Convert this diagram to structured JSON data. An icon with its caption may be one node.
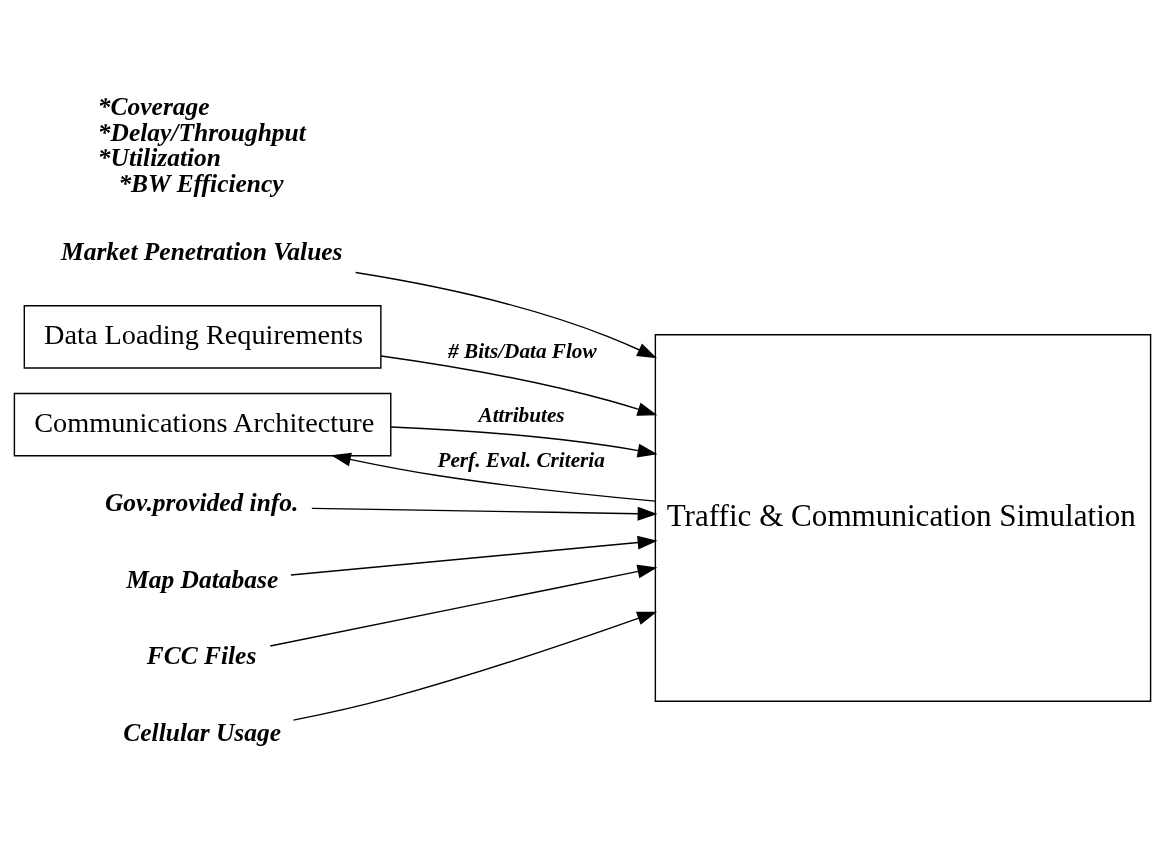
{
  "diagram": {
    "nodes": [
      {
        "text": [
          "Market Penetration Values"
        ]
      },
      {
        "text": [
          "Data Loading Requirements"
        ]
      },
      {
        "text": [
          "Traffic & Communication Simulation"
        ]
      },
      {
        "text": [
          "Gov.provided info."
        ]
      },
      {
        "text": [
          "Map Database"
        ]
      },
      {
        "text": [
          "FCC Files"
        ]
      },
      {
        "text": [
          "Cellular Usage"
        ]
      },
      {
        "text": [
          "Communications Architecture"
        ]
      }
    ],
    "edges": [
      {
        "from": 0,
        "to": 2,
        "arrow": "to"
      },
      {
        "from": 1,
        "to": 2,
        "arrow": "to",
        "label": "# Bits/Data Flow"
      },
      {
        "from": 3,
        "to": 2,
        "arrow": "to"
      },
      {
        "from": 4,
        "to": 2,
        "arrow": "to"
      },
      {
        "from": 5,
        "to": 2,
        "arrow": "to"
      },
      {
        "from": 6,
        "to": 2,
        "arrow": "to"
      },
      {
        "from": 7,
        "to": 2,
        "arrow": "to",
        "label": "Attributes"
      },
      {
        "from": 2,
        "to": 7,
        "arrow": "to",
        "label": "Perf. Eval. Criteria"
      }
    ],
    "labels": [
      "*Coverage",
      "*Delay/Throughput",
      "*Utilization",
      "*BW Efficiency"
    ]
  }
}
